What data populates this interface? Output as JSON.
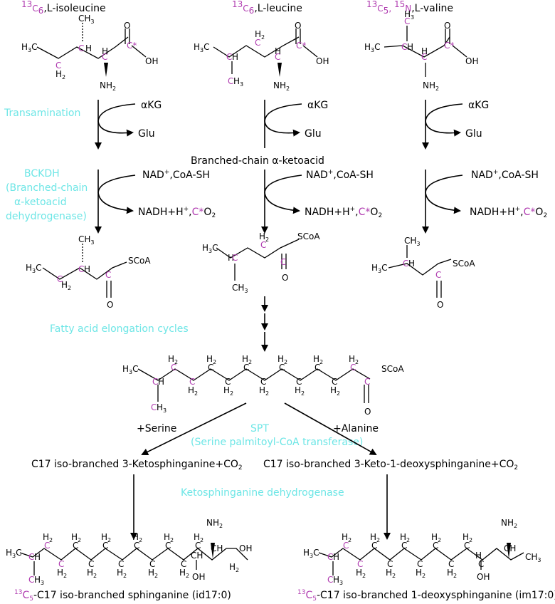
{
  "colors": {
    "label_atom": "#b03cb0",
    "step_label": "#6ee6e6",
    "ink": "#000000"
  },
  "precursors": {
    "isoleucine": {
      "iso_sup": "13",
      "iso_sub": "6",
      "name": ",L-isoleucine"
    },
    "leucine": {
      "iso_sup": "13",
      "iso_sub": "6",
      "name": ",L-leucine"
    },
    "valine": {
      "iso_sup1": "13",
      "iso_sub1": "5",
      "sep": ", ",
      "iso_sup2": "15",
      "element2": "N",
      "name": ",L-valine"
    }
  },
  "cofactors": {
    "akg": "αKG",
    "glu": "Glu",
    "nad": "NAD",
    "nad_sup": "+",
    "coash": ",CoA-SH",
    "nadh": "NADH+H",
    "nadh_sup": "+",
    "co2_c": "C*",
    "co2_o": "O",
    "co2_sub": "2"
  },
  "steps": {
    "transamination": "Transamination",
    "bckdh_l1": "BCKDH",
    "bckdh_l2": "(Branched-chain",
    "bckdh_l3": "α-ketoacid",
    "bckdh_l4": "dehydrogenase)",
    "elongation": "Fatty acid elongation cycles",
    "spt_l1": "SPT",
    "spt_l2": "(Serine palmitoyl-CoA transferase)",
    "ksd": "Ketosphinganine dehydrogenase"
  },
  "intermediates": {
    "bcka": "Branched-chain α-ketoacid",
    "serine": "+Serine",
    "alanine": "+Alanine",
    "keto_left": "C17 iso-branched 3-Ketosphinganine+CO",
    "keto_left_sub": "2",
    "keto_right": "C17 iso-branched 3-Keto-1-deoxysphinganine+CO",
    "keto_right_sub": "2"
  },
  "products": {
    "left_iso_sup": "13",
    "left_iso_sub": "5",
    "left_name": "-C17 iso-branched sphinganine (id17:0)",
    "right_iso_sup": "13",
    "right_iso_sub": "5",
    "right_name": "-C17 iso-branched 1-deoxysphinganine (im17:0)"
  },
  "atoms": {
    "h3c": "H₃C",
    "ch3": "CH₃",
    "h2": "H₂",
    "ch": "CH",
    "c": "C",
    "cstar": "C*",
    "o": "O",
    "oh": "OH",
    "nh2": "NH₂",
    "scoa": "SCoA",
    "n": "N",
    "h2sub": "H₂",
    "h": "H",
    "hc": "H"
  }
}
